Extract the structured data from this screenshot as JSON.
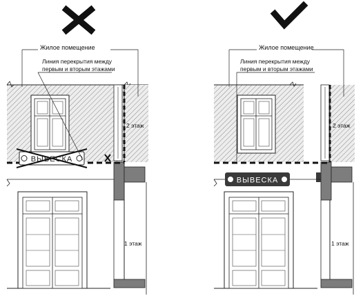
{
  "panels": [
    {
      "id": "wrong",
      "verdict_icon": "cross-icon",
      "label_residential": "Жилое помещение",
      "label_floor_line": [
        "Линия перекрытия между",
        "первым и вторым этажами"
      ],
      "label_floor_2": "2 этаж",
      "label_floor_1": "1 этаж",
      "sign_text": "ВЫВЕСКА"
    },
    {
      "id": "correct",
      "verdict_icon": "checkmark-icon",
      "label_residential": "Жилое помещение",
      "label_floor_line": [
        "Линия перекрытия между",
        "первым и вторым этажами"
      ],
      "label_floor_2": "2 этаж",
      "label_floor_1": "1 этаж",
      "sign_text": "ВЫВЕСКА"
    }
  ],
  "colors": {
    "ink": "#1a1a1a",
    "hatch_bg": "#ededed",
    "column": "#7d7d7d",
    "sign_bg": "#3a3a3a"
  }
}
